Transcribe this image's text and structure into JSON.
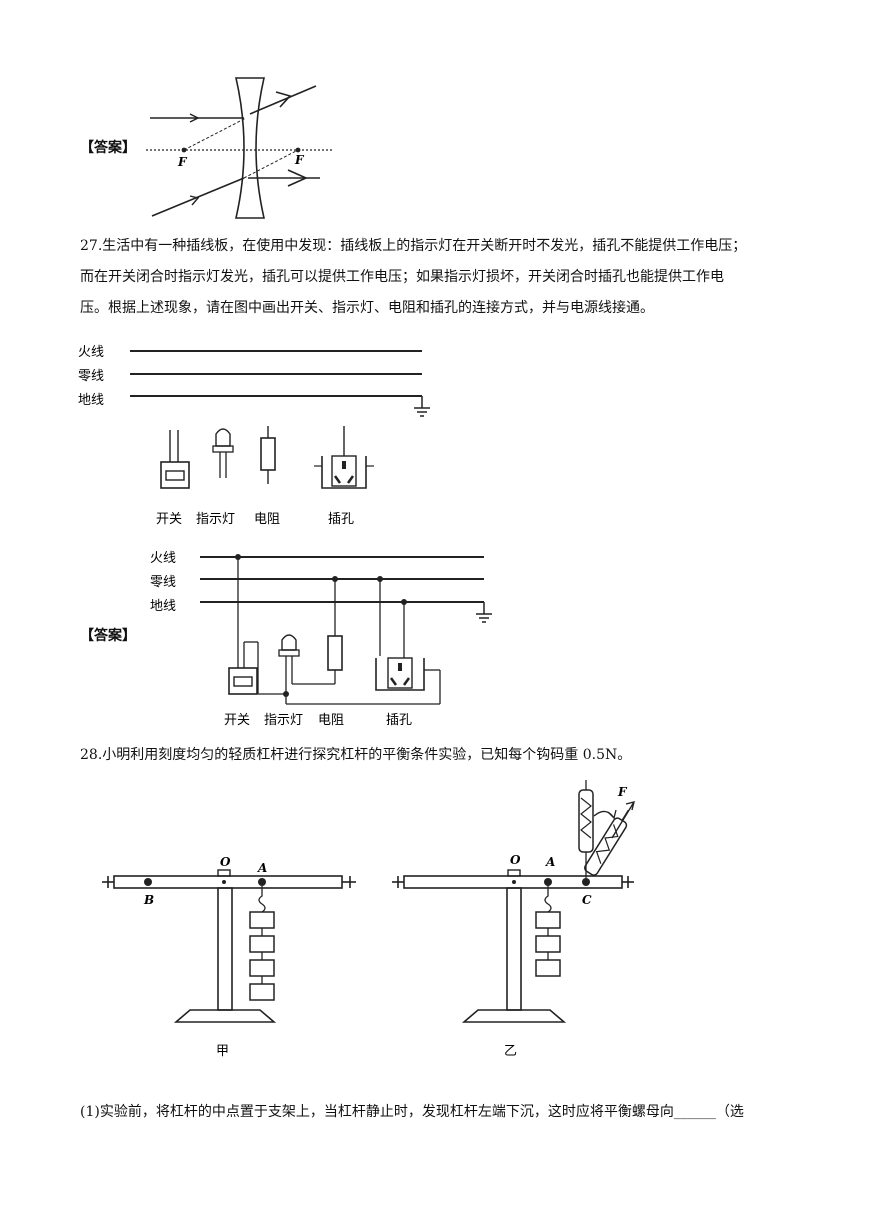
{
  "q26": {
    "answer_tag": "【答案】",
    "focal_left": "F",
    "focal_right": "F"
  },
  "q27": {
    "line1": "27.生活中有一种插线板，在使用中发现：插线板上的指示灯在开关断开时不发光，插孔不能提供工作电压；",
    "line2": "而在开关闭合时指示灯发光，插孔可以提供工作电压；如果指示灯损坏，开关闭合时插孔也能提供工作电",
    "line3": "压。根据上述现象，请在图中画出开关、指示灯、电阻和插孔的连接方式，并与电源线接通。",
    "wires": [
      "火线",
      "零线",
      "地线"
    ],
    "components": [
      "开关",
      "指示灯",
      "电阻",
      "插孔"
    ],
    "answer_tag": "【答案】"
  },
  "q28": {
    "line1": "28.小明利用刻度均匀的轻质杠杆进行探究杠杆的平衡条件实验，已知每个钩码重 0.5N。",
    "fig_a": {
      "caption": "甲",
      "O": "O",
      "A": "A",
      "B": "B"
    },
    "fig_b": {
      "caption": "乙",
      "O": "O",
      "A": "A",
      "C": "C",
      "F": "F"
    },
    "sub1": "(1)实验前，将杠杆的中点置于支架上，当杠杆静止时，发现杠杆左端下沉，这时应将平衡螺母向______（选"
  }
}
